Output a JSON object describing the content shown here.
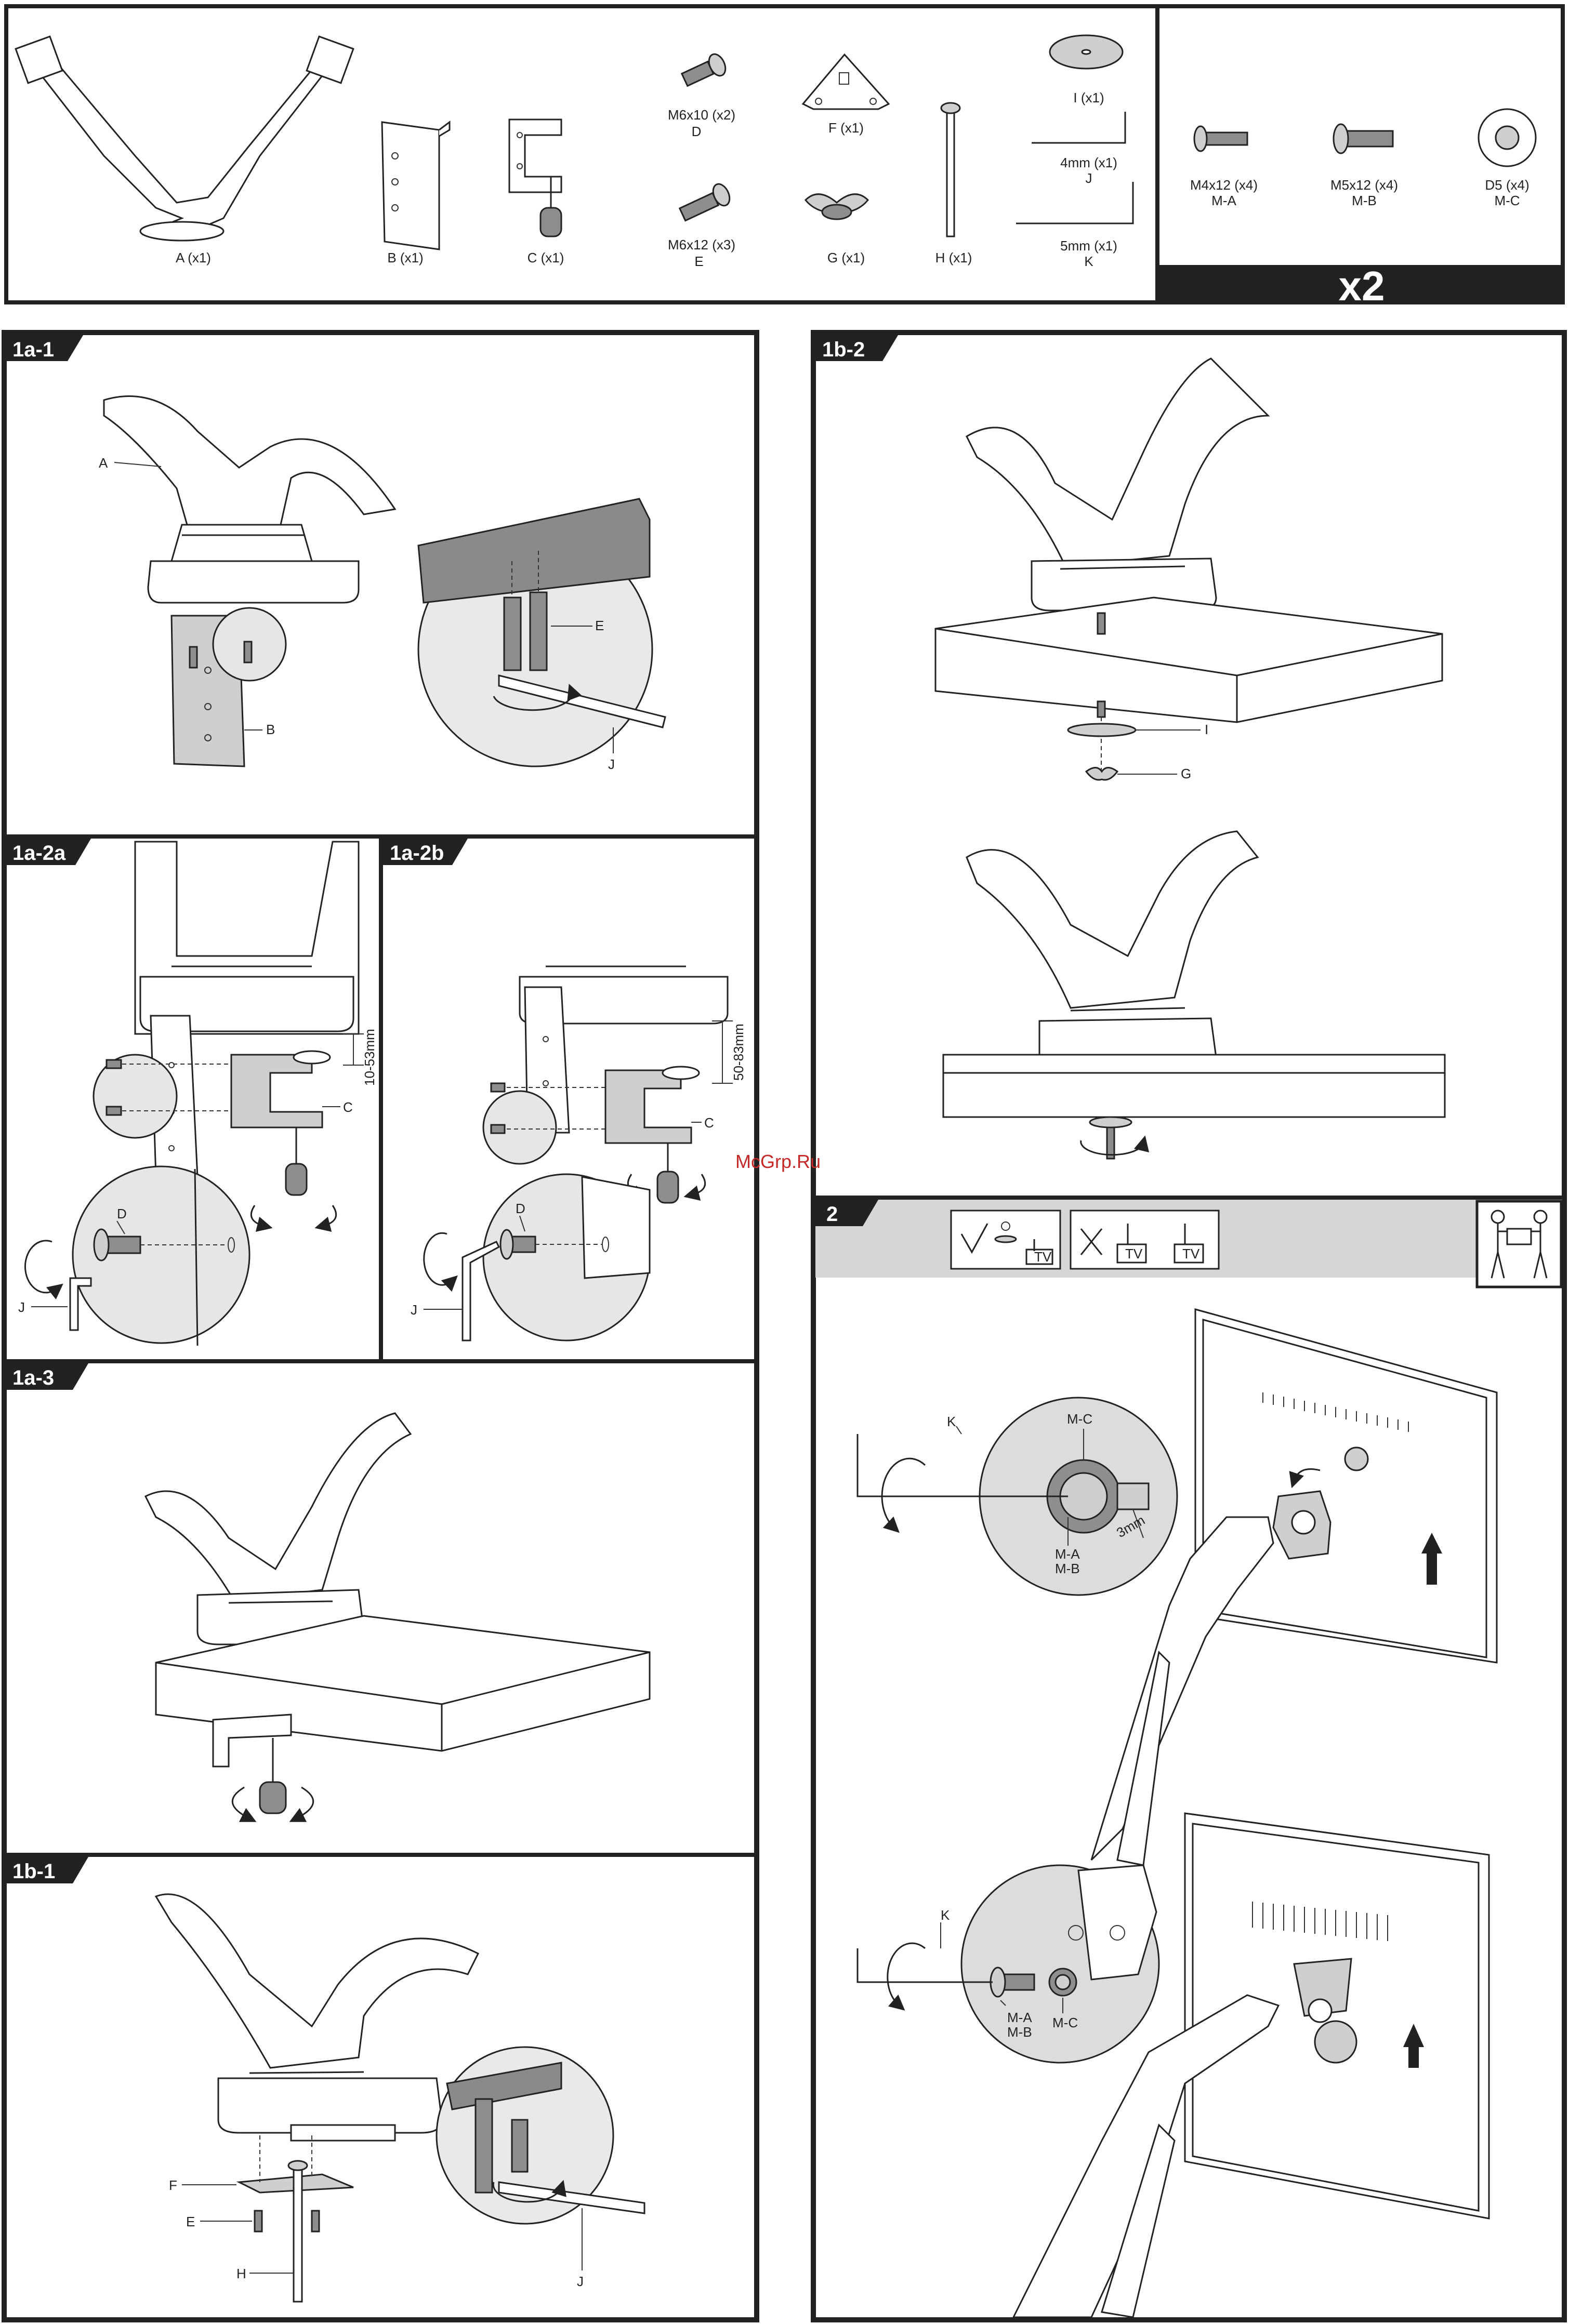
{
  "parts": {
    "A": "A (x1)",
    "B": "B (x1)",
    "C": "C (x1)",
    "D_size": "M6x10 (x2)",
    "D_letter": "D",
    "E_size": "M6x12 (x3)",
    "E_letter": "E",
    "F": "F (x1)",
    "G": "G (x1)",
    "H": "H (x1)",
    "I": "I (x1)",
    "J_size": "4mm (x1)",
    "J_letter": "J",
    "K_size": "5mm (x1)",
    "K_letter": "K"
  },
  "vesa_parts": {
    "MA_size": "M4x12 (x4)",
    "MA_letter": "M-A",
    "MB_size": "M5x12 (x4)",
    "MB_letter": "M-B",
    "MC_size": "D5 (x4)",
    "MC_letter": "M-C",
    "multiplier": "x2"
  },
  "steps": {
    "s1a1": "1a-1",
    "s1a2a": "1a-2a",
    "s1a2b": "1a-2b",
    "s1a3": "1a-3",
    "s1b1": "1b-1",
    "s1b2": "1b-2",
    "s2": "2"
  },
  "callouts": {
    "A": "A",
    "B": "B",
    "C": "C",
    "D": "D",
    "E": "E",
    "F": "F",
    "G": "G",
    "H": "H",
    "I": "I",
    "J": "J",
    "K": "K",
    "MA": "M-A",
    "MB": "M-B",
    "MC": "M-C",
    "range_a": "10-53mm",
    "range_b": "50-83mm",
    "gap": "3mm",
    "tv": "TV"
  },
  "watermark": "McGrp.Ru"
}
